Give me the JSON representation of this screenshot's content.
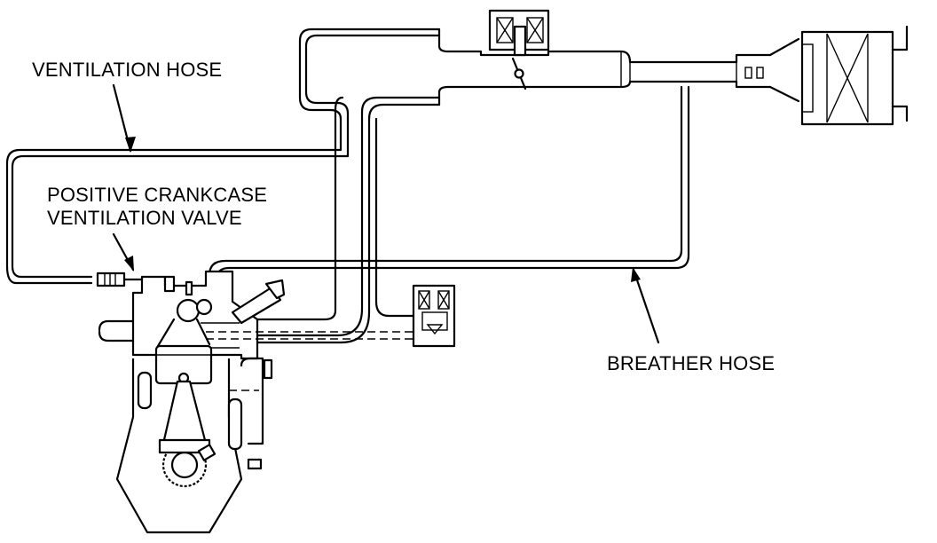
{
  "labels": {
    "ventilation_hose": "VENTILATION HOSE",
    "pcv_line1": "POSITIVE CRANKCASE",
    "pcv_line2": "VENTILATION VALVE",
    "breather_hose": "BREATHER HOSE"
  },
  "colors": {
    "line": "#000000",
    "background": "#ffffff"
  }
}
